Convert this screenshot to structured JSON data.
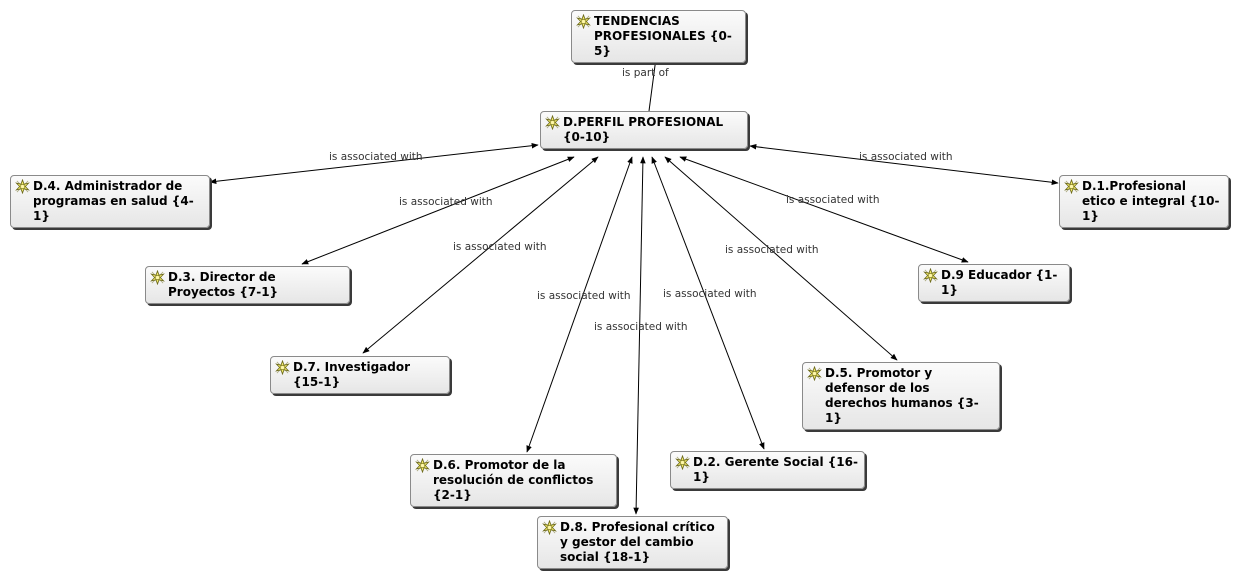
{
  "diagram": {
    "nodes": [
      {
        "id": "tendencias",
        "label": "TENDENCIAS PROFESIONALES {0-5}",
        "icon": "concept-icon"
      },
      {
        "id": "perfil",
        "label": "D.PERFIL PROFESIONAL {0-10}",
        "icon": "concept-icon"
      },
      {
        "id": "d4",
        "label": "D.4. Administrador de programas en salud {4-1}",
        "icon": "concept-icon"
      },
      {
        "id": "d1",
        "label": "D.1.Profesional etico e integral {10-1}",
        "icon": "concept-icon"
      },
      {
        "id": "d3",
        "label": "D.3. Director de Proyectos {7-1}",
        "icon": "concept-icon"
      },
      {
        "id": "d9",
        "label": "D.9 Educador {1-1}",
        "icon": "concept-icon"
      },
      {
        "id": "d7",
        "label": "D.7. Investigador {15-1}",
        "icon": "concept-icon"
      },
      {
        "id": "d5",
        "label": "D.5. Promotor y defensor de los derechos humanos {3-1}",
        "icon": "concept-icon"
      },
      {
        "id": "d2",
        "label": "D.2. Gerente Social {16-1}",
        "icon": "concept-icon"
      },
      {
        "id": "d6",
        "label": "D.6. Promotor de la resolución de conflictos {2-1}",
        "icon": "concept-icon"
      },
      {
        "id": "d8",
        "label": "D.8. Profesional crítico y gestor del cambio social {18-1}",
        "icon": "concept-icon"
      }
    ],
    "edges": [
      {
        "from": "perfil",
        "to": "tendencias",
        "label": "is part of",
        "bidirectional": false
      },
      {
        "from": "perfil",
        "to": "d4",
        "label": "is associated with",
        "bidirectional": true
      },
      {
        "from": "perfil",
        "to": "d1",
        "label": "is associated with",
        "bidirectional": true
      },
      {
        "from": "perfil",
        "to": "d3",
        "label": "is associated with",
        "bidirectional": true
      },
      {
        "from": "perfil",
        "to": "d9",
        "label": "is associated with",
        "bidirectional": true
      },
      {
        "from": "perfil",
        "to": "d7",
        "label": "is associated with",
        "bidirectional": true
      },
      {
        "from": "perfil",
        "to": "d5",
        "label": "is associated with",
        "bidirectional": true
      },
      {
        "from": "perfil",
        "to": "d6",
        "label": "is associated with",
        "bidirectional": true
      },
      {
        "from": "perfil",
        "to": "d2",
        "label": "is associated with",
        "bidirectional": true
      },
      {
        "from": "perfil",
        "to": "d8",
        "label": "is associated with",
        "bidirectional": true
      }
    ]
  },
  "colors": {
    "node_border": "#8a8a8a",
    "edge": "#000000",
    "icon_fill": "#f4ec6a"
  }
}
